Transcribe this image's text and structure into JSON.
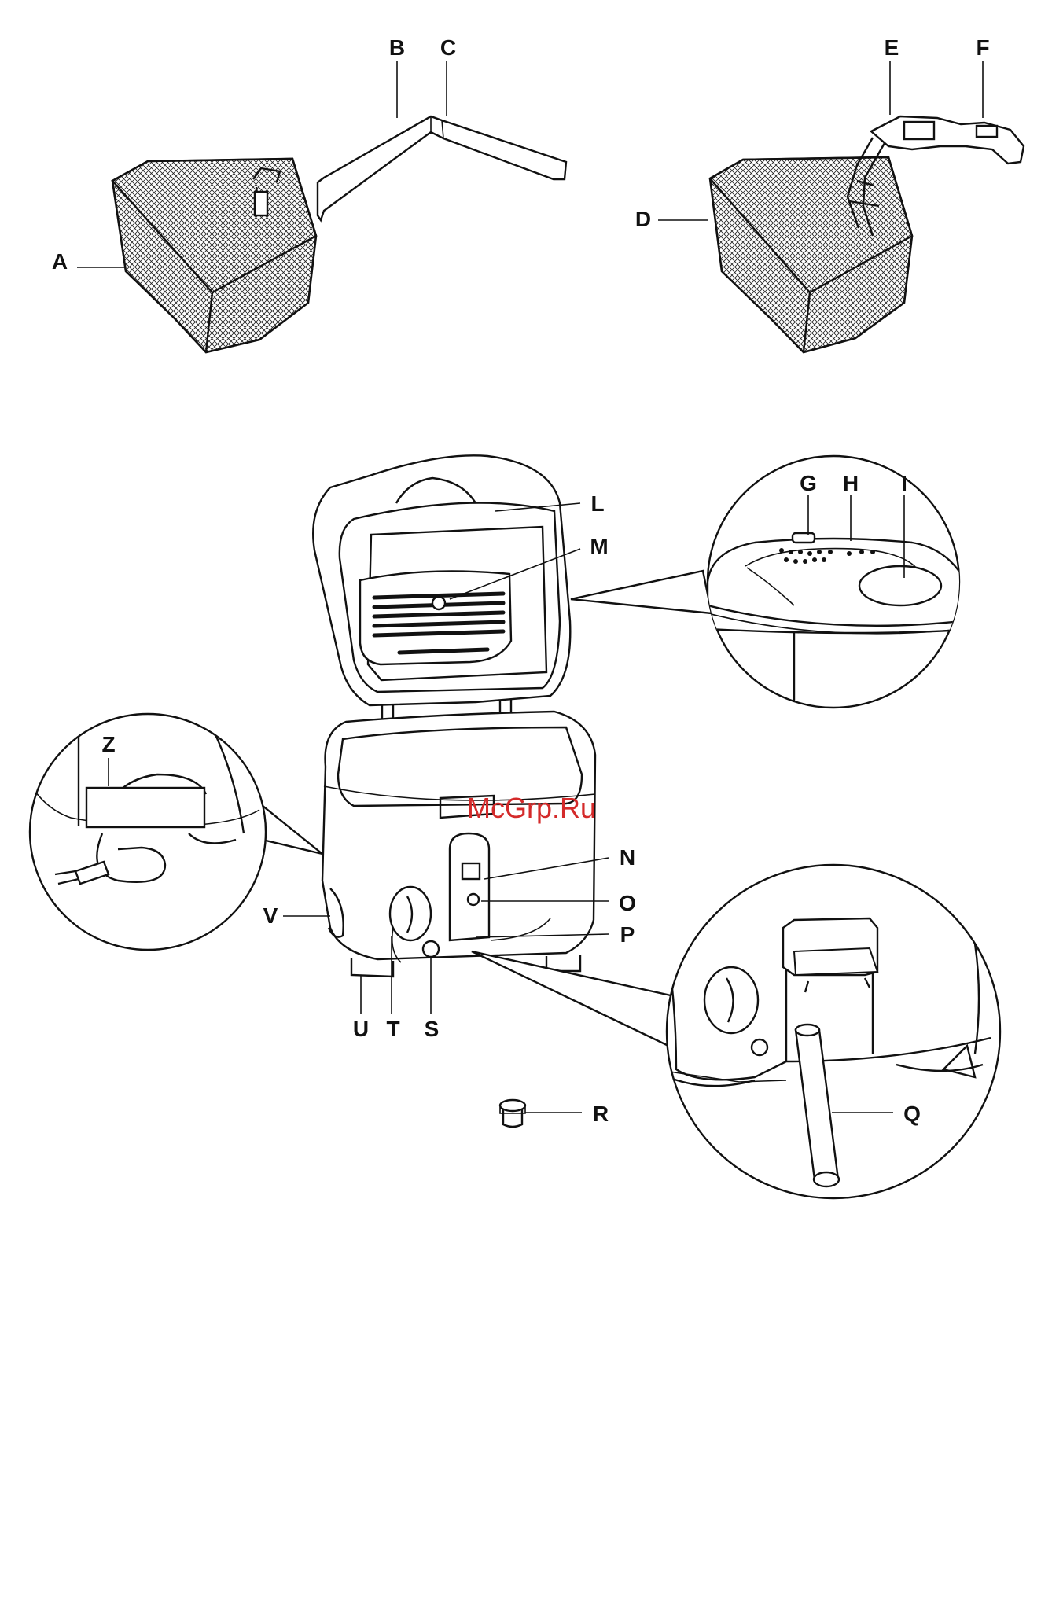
{
  "labels": {
    "a": "A",
    "b": "B",
    "c": "C",
    "d": "D",
    "e": "E",
    "f": "F",
    "g": "G",
    "h": "H",
    "i": "I",
    "l": "L",
    "m": "M",
    "n": "N",
    "o": "O",
    "p": "P",
    "q": "Q",
    "r": "R",
    "s": "S",
    "t": "T",
    "u": "U",
    "v": "V",
    "z": "Z"
  },
  "watermark": "McGrp.Ru"
}
